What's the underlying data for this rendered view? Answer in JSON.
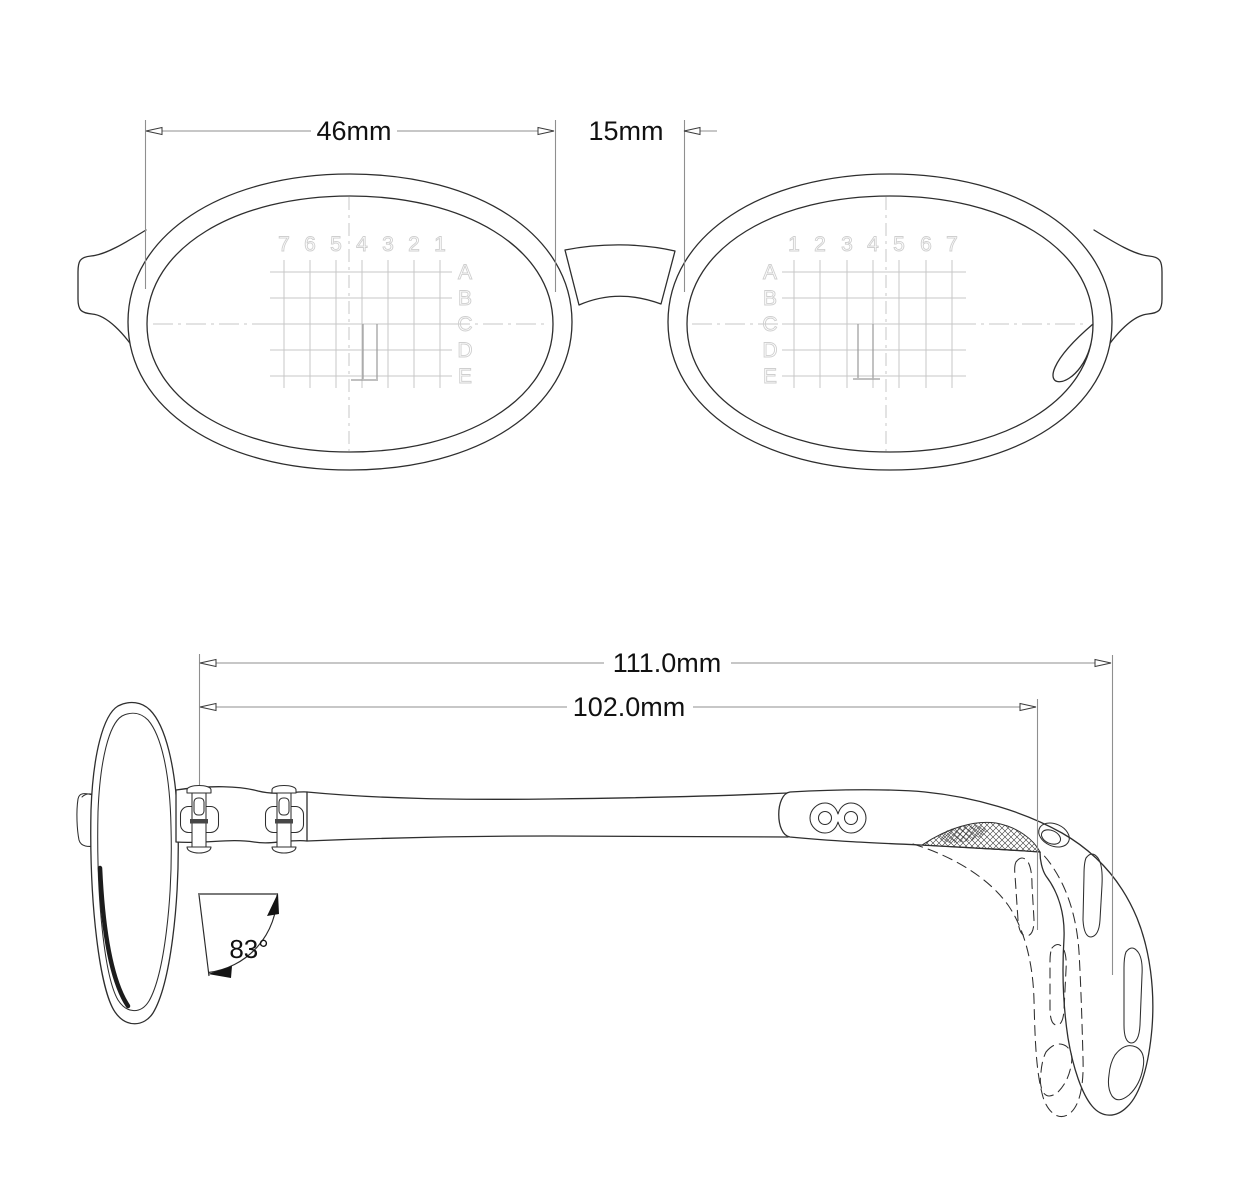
{
  "front_view": {
    "lens_width_label": "46mm",
    "bridge_width_label": "15mm",
    "left_lens_grid": {
      "columns": [
        "7",
        "6",
        "5",
        "4",
        "3",
        "2",
        "1"
      ],
      "rows": [
        "A",
        "B",
        "C",
        "D",
        "E"
      ]
    },
    "right_lens_grid": {
      "columns": [
        "1",
        "2",
        "3",
        "4",
        "5",
        "6",
        "7"
      ],
      "rows": [
        "A",
        "B",
        "C",
        "D",
        "E"
      ]
    }
  },
  "side_view": {
    "temple_overall_length_label": "111.0mm",
    "temple_front_length_label": "102.0mm",
    "pantoscopic_tilt_label": "83°"
  },
  "colors": {
    "background": "#ffffff",
    "outline": "#2e2e2e",
    "dimension_line": "#8f8f8f",
    "label_text": "#111111",
    "grid_line": "#c7c7c7",
    "grid_label": "#cfcfcf",
    "corridor_mark": "#9a9a9a"
  }
}
